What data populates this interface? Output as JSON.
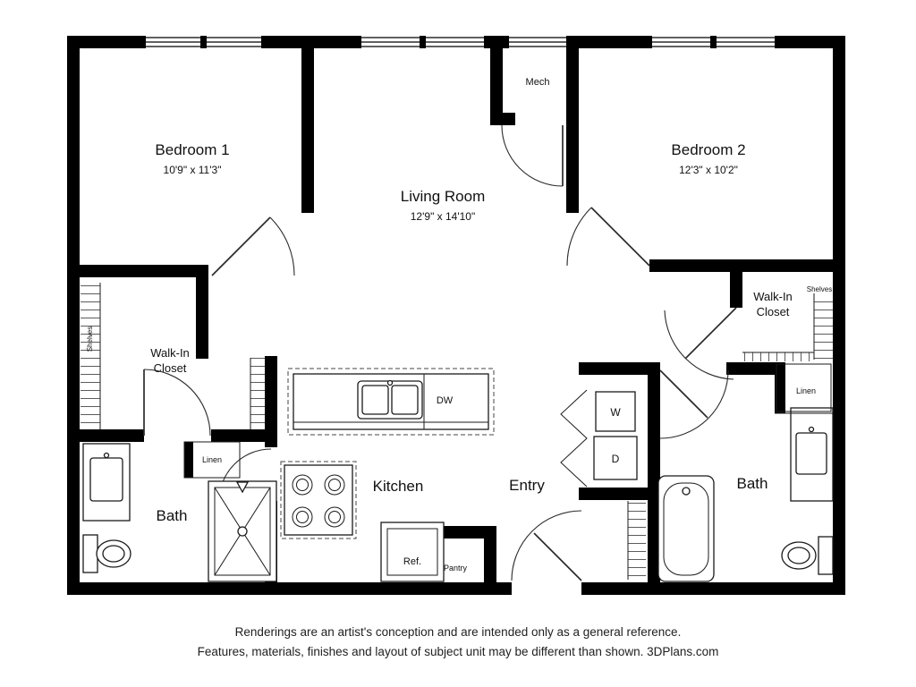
{
  "rooms": {
    "bedroom1": {
      "name": "Bedroom 1",
      "dims": "10'9\" x 11'3\""
    },
    "living": {
      "name": "Living Room",
      "dims": "12'9\" x 14'10\""
    },
    "bedroom2": {
      "name": "Bedroom 2",
      "dims": "12'3\" x 10'2\""
    },
    "kitchen": {
      "name": "Kitchen"
    },
    "entry": {
      "name": "Entry"
    },
    "bath_left": {
      "name": "Bath"
    },
    "bath_right": {
      "name": "Bath"
    },
    "walkin_left": {
      "line1": "Walk-In",
      "line2": "Closet"
    },
    "walkin_right": {
      "line1": "Walk-In",
      "line2": "Closet"
    },
    "mech": {
      "name": "Mech"
    }
  },
  "fixtures": {
    "washer": "W",
    "dryer": "D",
    "dishwasher": "DW",
    "refrigerator": "Ref.",
    "pantry": "Pantry",
    "linen_left": "Linen",
    "linen_right": "Linen",
    "shelves_left": "Shelves",
    "shelves_right": "Shelves"
  },
  "footer": {
    "line1": "Renderings are an artist's conception and are intended only as a general reference.",
    "line2": "Features, materials, finishes and layout of subject unit may be different than shown. 3DPlans.com"
  },
  "colors": {
    "wall": "#000000",
    "background": "#ffffff",
    "line": "#1a1a1a"
  }
}
